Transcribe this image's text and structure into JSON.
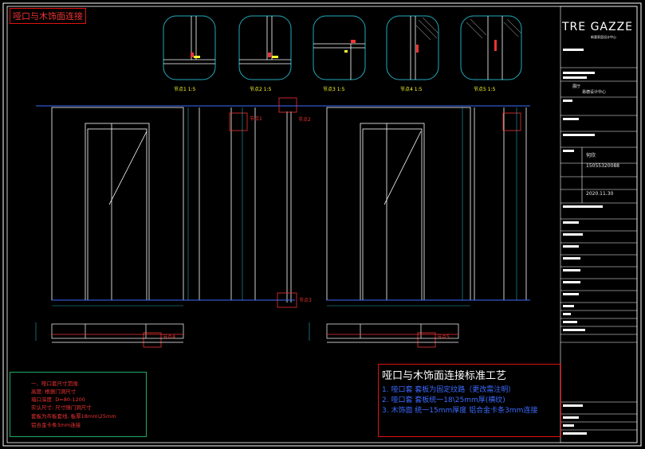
{
  "drawing": {
    "sheet_title": "哑口与木饰面连接",
    "node_labels": [
      "节点1 1:5",
      "节点2 1:5",
      "节点3 1:5",
      "节点4 1:5",
      "节点5 1:5"
    ],
    "callout_labels": [
      "节点1",
      "节点2",
      "节点3",
      "节点4",
      "节点5"
    ]
  },
  "titleblock": {
    "brand": "TRE GAZZE",
    "brand_sub": "新意家居设计中心",
    "project": "展厅",
    "customer": "易德设计中心",
    "designer": "何欣",
    "phone": "15055320088",
    "date": "2020.11.30"
  },
  "spec": {
    "heading": "哑口与木饰面连接标准工艺",
    "lines": [
      "1. 哑口套 套板为固定纹路（更改需注明）",
      "2. 哑口套 套板统一18\\25mm厚(横纹)",
      "3. 木饰面 统一15mm厚度      铝合金卡条3mm连接"
    ]
  },
  "notes": {
    "lines": [
      "一、哑口套尺寸范围:",
      "高度: 根据门洞尺寸",
      "墙口深度: D=80-1200",
      "实认尺寸: 尺寸随门洞尺寸",
      "套板为市板套线, 板厚18mm\\25mm",
      "铝合金卡条3mm连接"
    ]
  },
  "colors": {
    "line": "#3b6bff",
    "accent": "#e33",
    "dim": "#2ab",
    "yellow": "#ff3",
    "white": "#ffffff"
  }
}
